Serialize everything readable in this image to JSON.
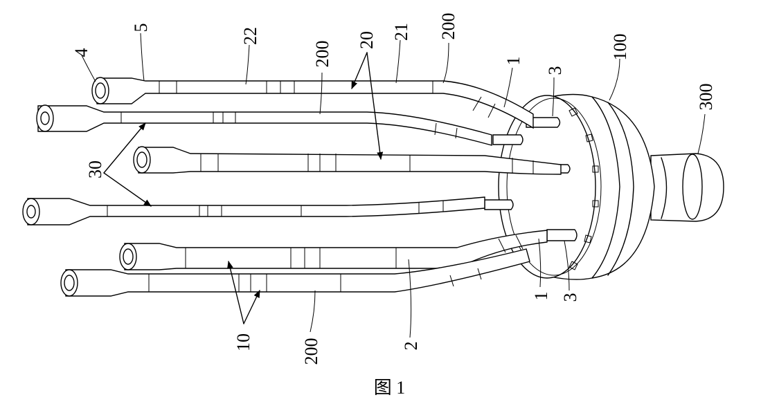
{
  "caption": "图 1",
  "labels": {
    "l4": "4",
    "l5": "5",
    "l22": "22",
    "l20": "20",
    "l21": "21",
    "l200a": "200",
    "l200b": "200",
    "l200c": "200",
    "l1a": "1",
    "l1b": "1",
    "l3a": "3",
    "l3b": "3",
    "l100": "100",
    "l300": "300",
    "l30": "30",
    "l10": "10",
    "l2": "2"
  }
}
